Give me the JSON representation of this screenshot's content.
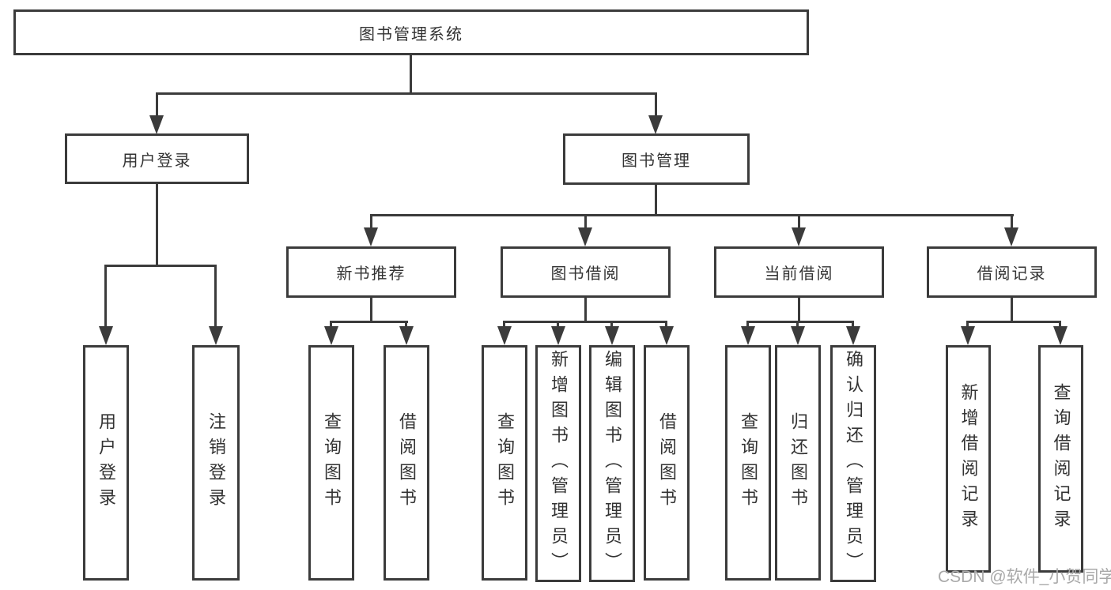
{
  "colors": {
    "line": "#3b3b3b",
    "text": "#333333",
    "watermark": "#a9a9a9",
    "background": "#ffffff"
  },
  "tree": {
    "label": "图书管理系统",
    "children": [
      {
        "label": "用户登录",
        "children": [
          {
            "label": "用户登录"
          },
          {
            "label": "注销登录"
          }
        ]
      },
      {
        "label": "图书管理",
        "children": [
          {
            "label": "新书推荐",
            "children": [
              {
                "label": "查询图书"
              },
              {
                "label": "借阅图书"
              }
            ]
          },
          {
            "label": "图书借阅",
            "children": [
              {
                "label": "查询图书"
              },
              {
                "label": "新增图书（管理员）"
              },
              {
                "label": "编辑图书（管理员）"
              },
              {
                "label": "借阅图书"
              }
            ]
          },
          {
            "label": "当前借阅",
            "children": [
              {
                "label": "查询图书"
              },
              {
                "label": "归还图书"
              },
              {
                "label": "确认归还（管理员）"
              }
            ]
          },
          {
            "label": "借阅记录",
            "children": [
              {
                "label": "新增借阅记录"
              },
              {
                "label": "查询借阅记录"
              }
            ]
          }
        ]
      }
    ]
  },
  "watermark": {
    "text": "CSDN @软件_小贺同学"
  }
}
